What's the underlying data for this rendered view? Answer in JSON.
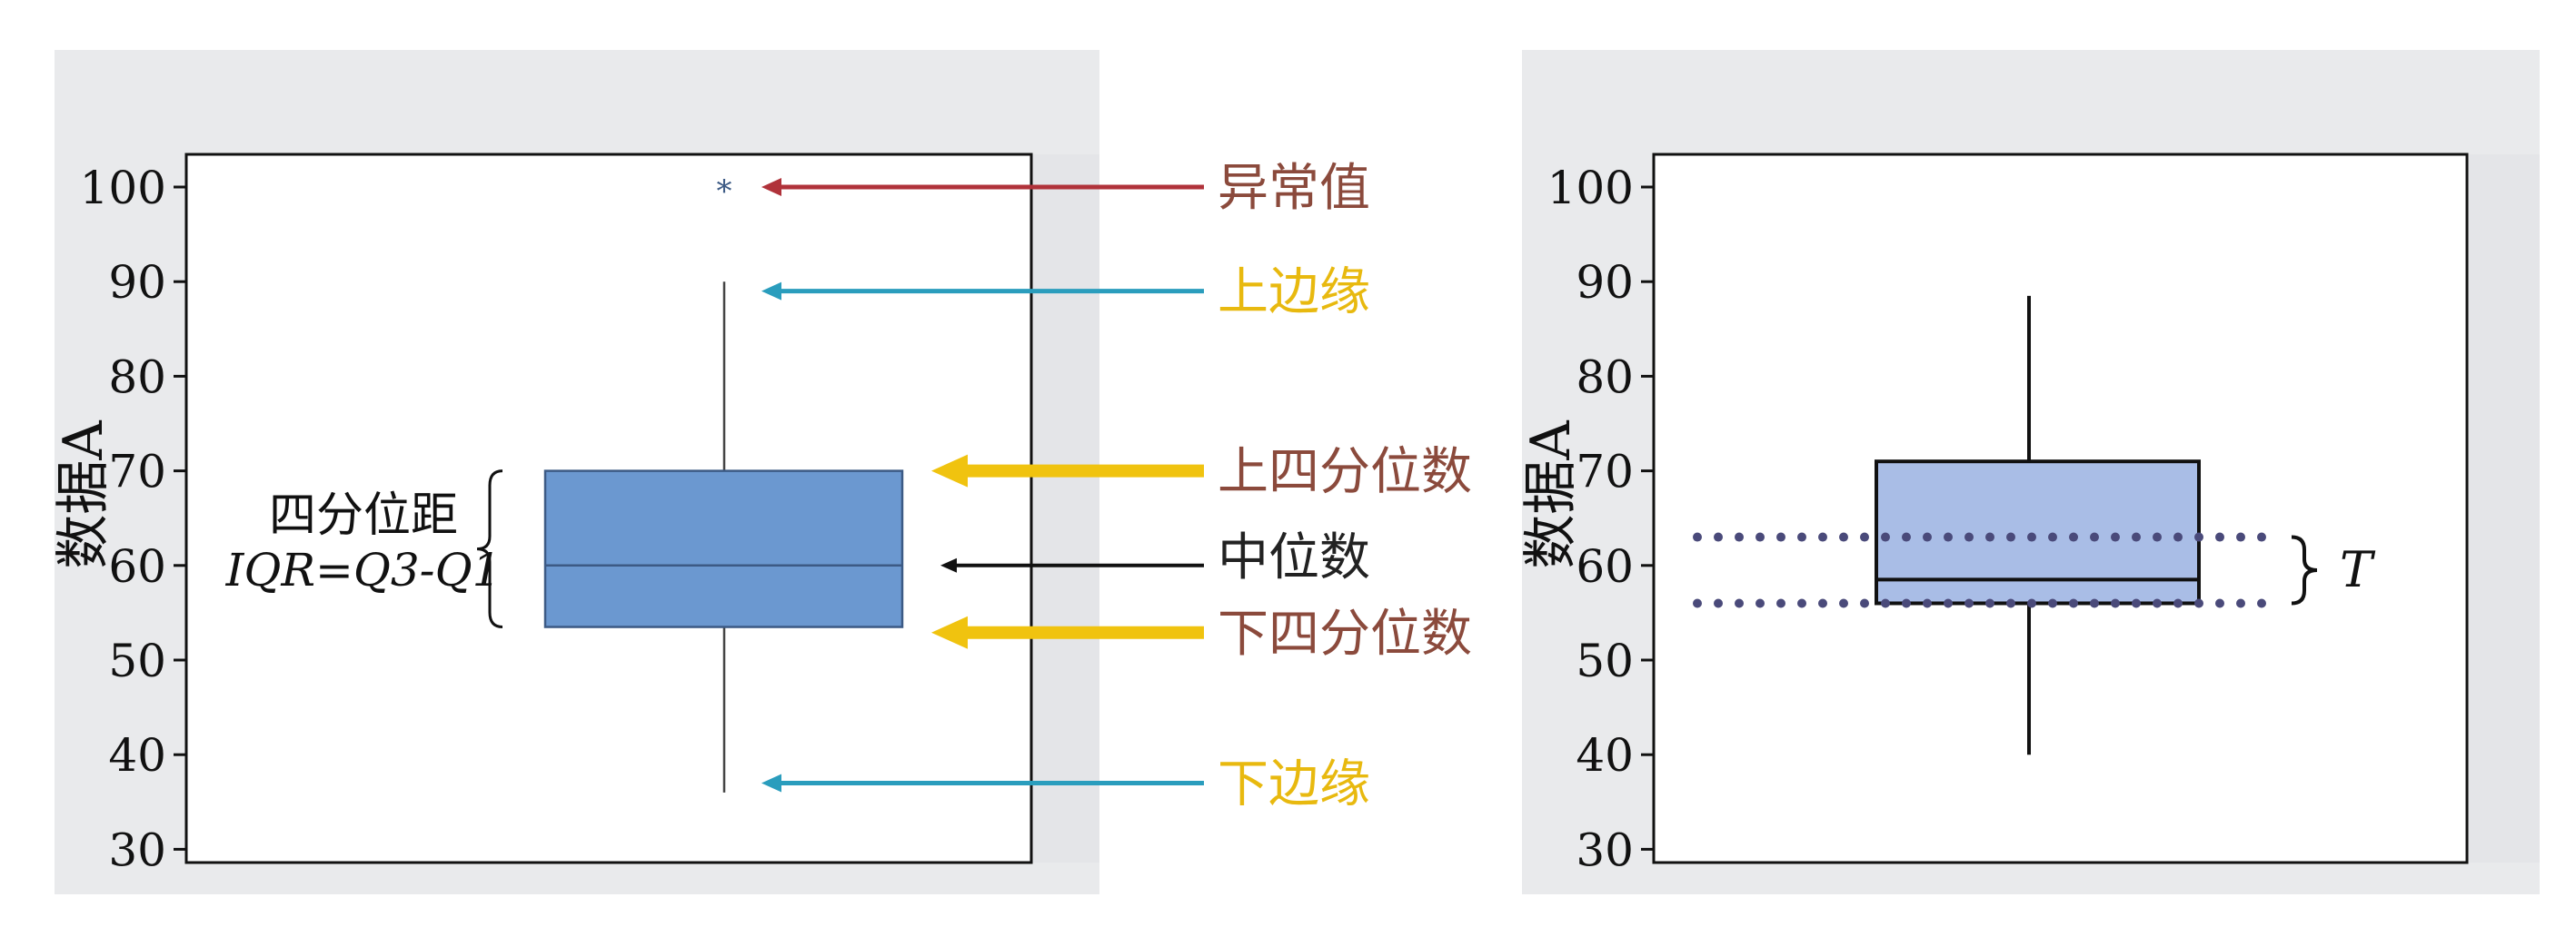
{
  "chart_data": [
    {
      "type": "box",
      "ylabel": "数据A",
      "ylim": [
        30,
        103
      ],
      "yticks": [
        30,
        40,
        50,
        60,
        70,
        80,
        90,
        100
      ],
      "box": {
        "whisker_low": 36,
        "q1": 53.5,
        "median": 60,
        "q3": 70,
        "whisker_high": 90
      },
      "outliers": [
        100
      ],
      "outlier_marker": "*",
      "colors": {
        "box_fill": "#6b98d0",
        "box_edge": "#3c5a85",
        "whisker": "#444444",
        "panel_bg": "#e9eaec"
      },
      "annotations": {
        "outlier": "异常值",
        "upper_whisker": "上边缘",
        "q3": "上四分位数",
        "median": "中位数",
        "q1": "下四分位数",
        "lower_whisker": "下边缘",
        "iqr_line1": "四分位距",
        "iqr_line2": "IQR=Q3-Q1"
      },
      "arrow_colors": {
        "outlier": "#b0323a",
        "whiskers": "#2a9dbd",
        "quartiles": "#f0c30f",
        "median": "#111111"
      },
      "label_colors": {
        "outlier": "#8b4a3c",
        "whiskers": "#e8b90f",
        "quartiles": "#8b4a3c",
        "median": "#222222"
      }
    },
    {
      "type": "box",
      "ylabel": "数据A",
      "ylim": [
        30,
        103
      ],
      "yticks": [
        30,
        40,
        50,
        60,
        70,
        80,
        90,
        100
      ],
      "box": {
        "whisker_low": 40,
        "q1": 56,
        "median": 58.5,
        "q3": 71,
        "whisker_high": 88.5
      },
      "outliers": [],
      "dotted_lines": [
        56,
        63
      ],
      "brace_label": "T",
      "colors": {
        "box_fill": "#a9bde6",
        "box_edge": "#111111",
        "whisker": "#111111",
        "dots": "#4a4a7a",
        "panel_bg": "#e9eaec"
      }
    }
  ]
}
